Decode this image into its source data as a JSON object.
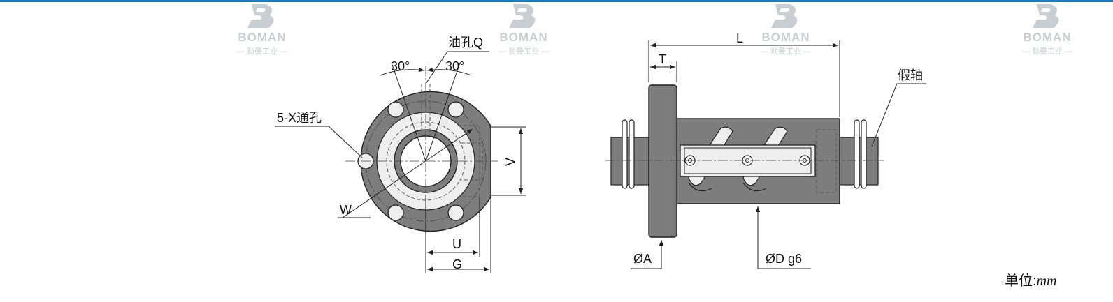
{
  "watermark": {
    "brand": "BOMAN",
    "subtitle": "— 勃曼工业 —",
    "logo_icon": "boman-logo-icon"
  },
  "front_view": {
    "oil_hole_label": "油孔Q",
    "through_hole_label": "5-X通孔",
    "angle_left": "30°",
    "angle_right": "30°",
    "dim_v": "V",
    "dim_w": "W",
    "dim_u": "U",
    "dim_g": "G"
  },
  "side_view": {
    "dim_l": "L",
    "dim_t": "T",
    "dummy_shaft_label": "假轴",
    "dim_a": "ØA",
    "dim_d": "ØD g6"
  },
  "units": {
    "prefix": "单位:",
    "unit": "mm"
  },
  "colors": {
    "top_bar": "#1e7fc0",
    "watermark": "#c9ced3",
    "body_fill": "#7d7d7d",
    "light_fill": "#eeeeee",
    "line": "#222222"
  }
}
